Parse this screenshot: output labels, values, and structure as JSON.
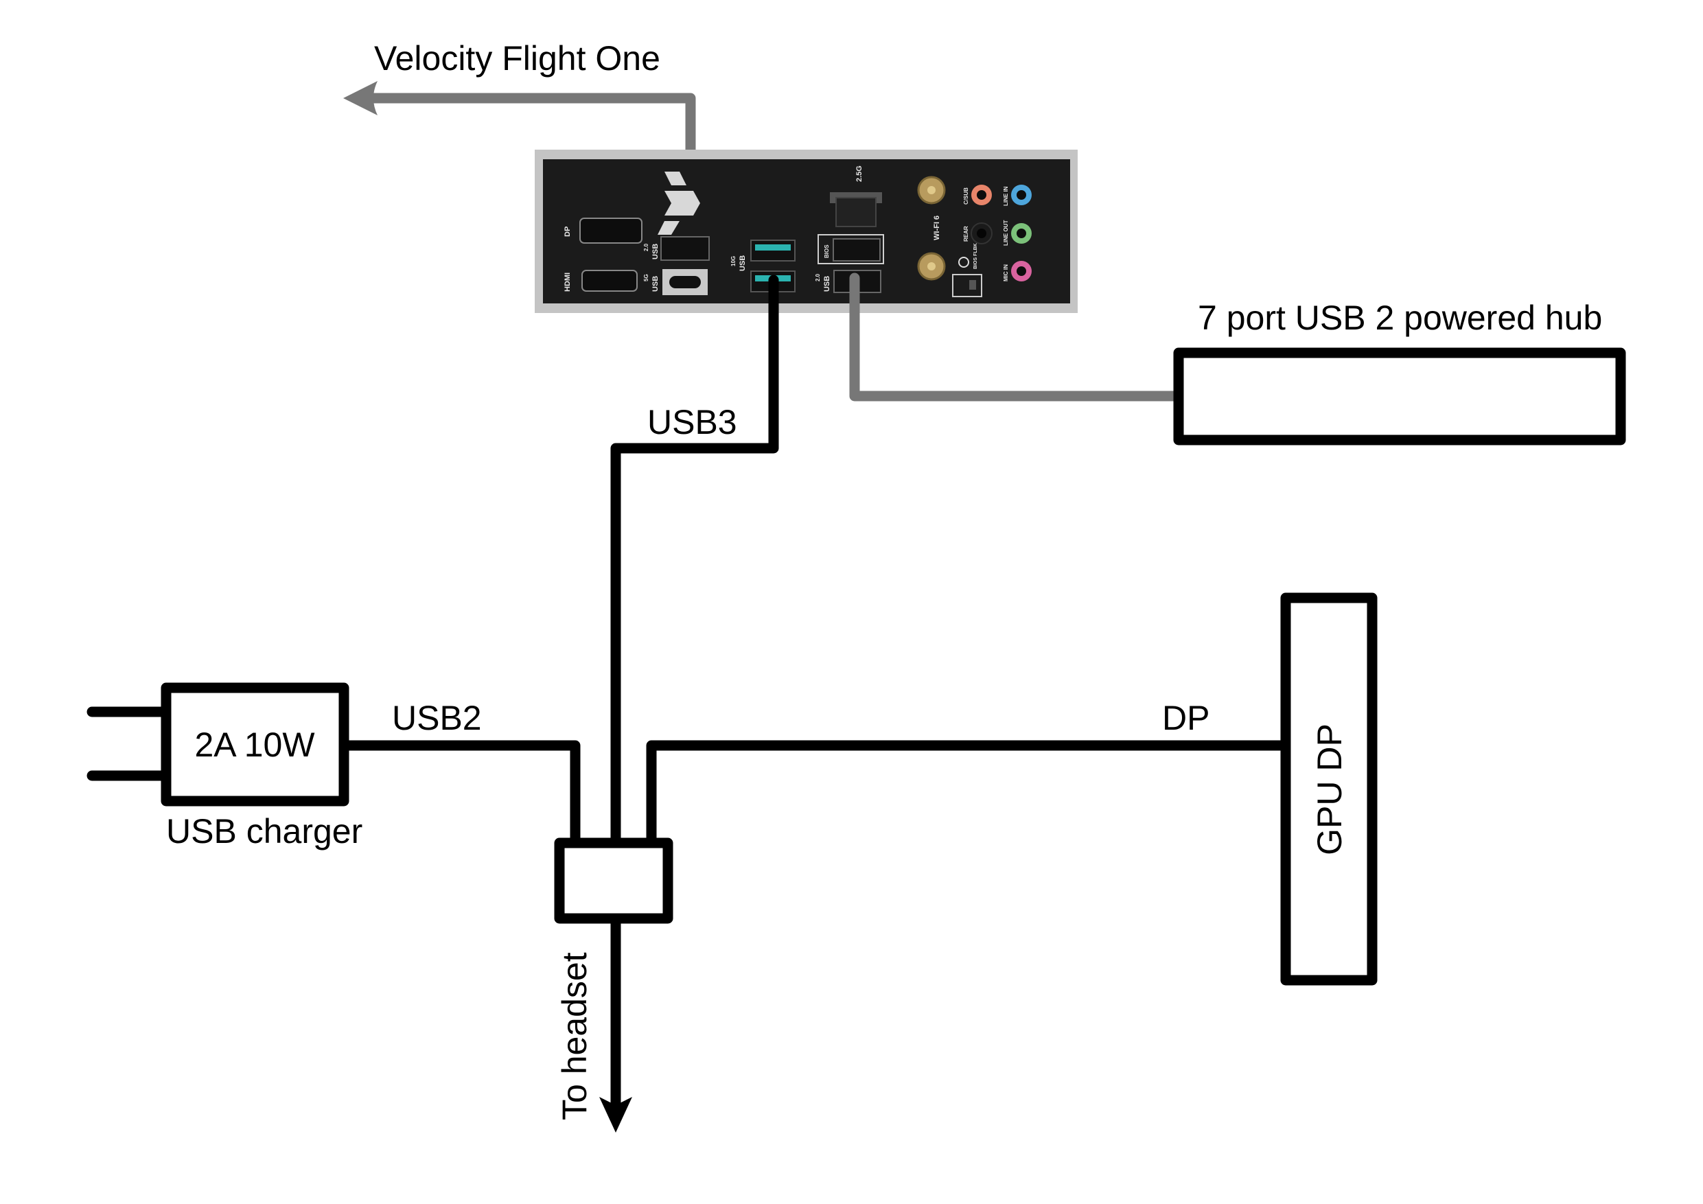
{
  "diagram": {
    "labels": {
      "velocity": "Velocity Flight One",
      "hub": "7 port USB 2 powered hub",
      "usb3": "USB3",
      "usb2": "USB2",
      "dp": "DP",
      "charger_inner": "2A 10W",
      "charger_caption": "USB charger",
      "gpu": "GPU DP",
      "headset": "To headset"
    },
    "io_panel": {
      "port_labels": {
        "dp": "DP",
        "hdmi": "HDMI",
        "usb20_a": "USB",
        "usb20_a_ver": "2.0",
        "usb5g": "USB",
        "usb5g_ver": "5G",
        "usb10g": "USB",
        "usb10g_ver": "10G",
        "usb20_b": "USB",
        "usb20_b_ver": "2.0",
        "bios": "BIOS",
        "lan": "2.5G",
        "wifi": "WI-FI 6",
        "csub": "C/SUB",
        "rear": "REAR",
        "line_in": "LINE IN",
        "line_out": "LINE OUT",
        "mic_in": "MIC IN",
        "bios_flbk": "BIOS FLBK"
      },
      "jack_colors": {
        "csub": "#e8856a",
        "line_in": "#4ea6dc",
        "line_out": "#7cc17a",
        "mic_in": "#d9639f",
        "rear": "#1a1a1a"
      },
      "usb3_accent": "#2bb3b0"
    },
    "colors": {
      "wire_black": "#000000",
      "wire_gray": "#777777",
      "panel": "#1b1b1b",
      "frame": "#b8b8b8"
    }
  }
}
